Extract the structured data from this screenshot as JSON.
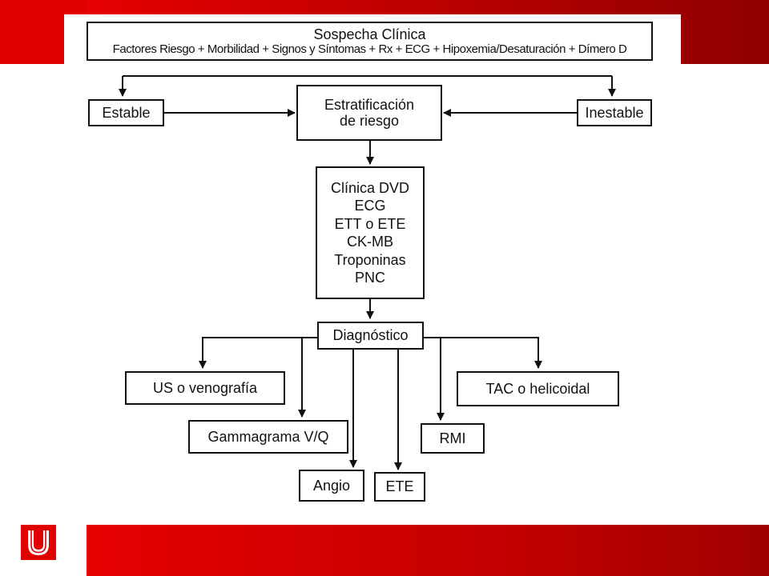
{
  "title": {
    "line1": "Sospecha Clínica",
    "line2": "Factores Riesgo + Morbilidad + Signos y Síntomas + Rx + ECG + Hipoxemia/Desaturación + Dímero D"
  },
  "nodes": {
    "estable": "Estable",
    "inestable": "Inestable",
    "estratificacion": {
      "line1": "Estratificación",
      "line2": "de riesgo"
    },
    "evaluacion": [
      "Clínica DVD",
      "ECG",
      "ETT o ETE",
      "CK-MB",
      "Troponinas",
      "PNC"
    ],
    "diagnostico": "Diagnóstico",
    "us": "US o venografía",
    "gammagrama": "Gammagrama V/Q",
    "angio": "Angio",
    "ete": "ETE",
    "rmi": "RMI",
    "tac": "TAC o helicoidal"
  },
  "colors": {
    "brand_red": "#e00000",
    "dark_red": "#8e0000",
    "line": "#111111"
  },
  "icons": {
    "logo": "u-logo-icon"
  }
}
